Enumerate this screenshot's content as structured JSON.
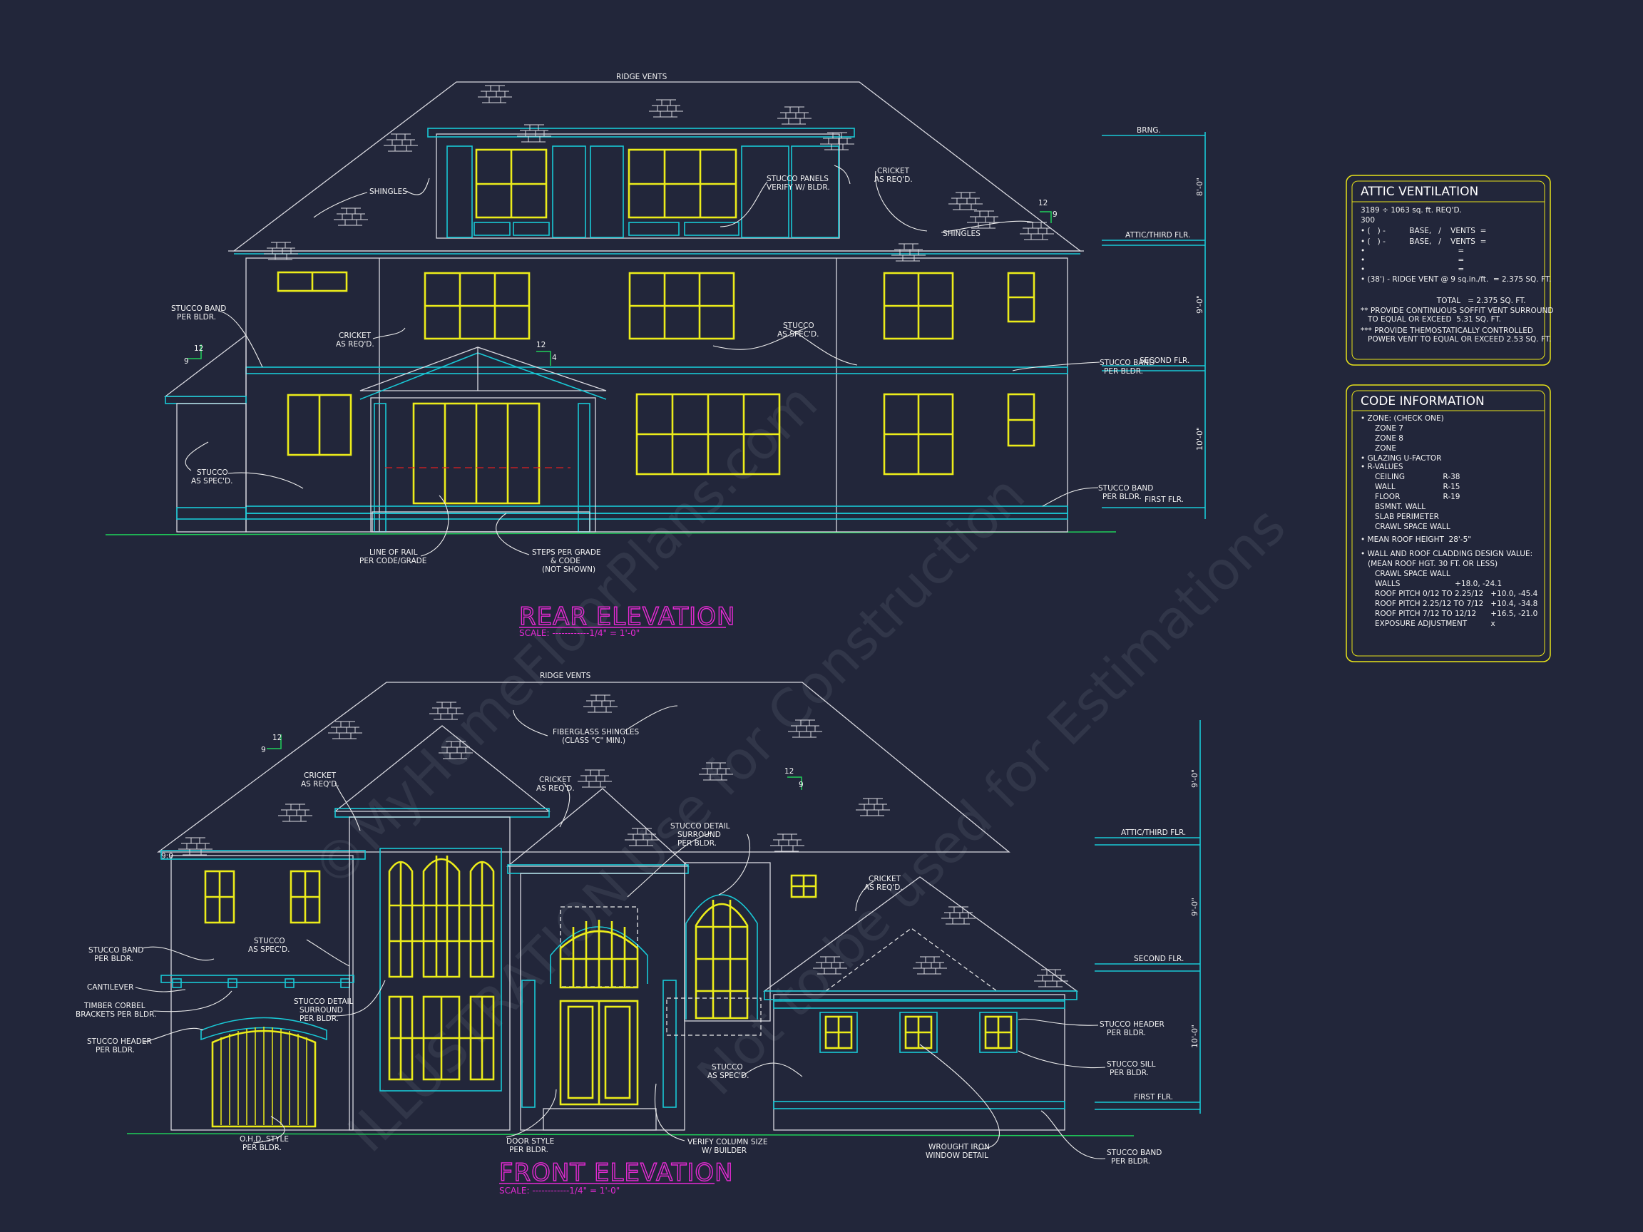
{
  "rear_elevation": {
    "title": "REAR ELEVATION",
    "scale": "SCALE: ------------1/4\" = 1'-0\"",
    "notes": {
      "ridge_vents": "RIDGE VENTS",
      "shingles_left": "SHINGLES",
      "stucco_panels_1": "STUCCO PANELS",
      "stucco_panels_2": "VERIFY W/ BLDR.",
      "cricket_right_1": "CRICKET",
      "cricket_right_2": "AS REQ'D.",
      "shingles_right": "SHINGLES",
      "stucco_band_l1": "STUCCO BAND",
      "stucco_band_l2": "PER BLDR.",
      "cricket_mid_1": "CRICKET",
      "cricket_mid_2": "AS REQ'D.",
      "stucco_mid_1": "STUCCO",
      "stucco_mid_2": "AS SPEC'D.",
      "stucco_band_r1": "STUCCO BAND",
      "stucco_band_r2": "PER BLDR.",
      "stucco_low_1": "STUCCO",
      "stucco_low_2": "AS SPEC'D.",
      "stucco_band_b1": "STUCCO BAND",
      "stucco_band_b2": "PER BLDR.",
      "rail_1": "LINE OF RAIL",
      "rail_2": "PER CODE/GRADE",
      "steps_1": "STEPS PER GRADE",
      "steps_2": "& CODE",
      "steps_3": "(NOT SHOWN)"
    },
    "levels": {
      "brng": "BRNG.",
      "attic": "ATTIC/THIRD FLR.",
      "second": "SECOND FLR.",
      "first": "FIRST FLR."
    },
    "dims": {
      "d1": "8'-0\"",
      "d2": "9'-0\"",
      "d3": "10'-0\""
    },
    "pitches": {
      "p1a": "12",
      "p1b": "9",
      "p2a": "12",
      "p2b": "4",
      "p3a": "12",
      "p3b": "9"
    }
  },
  "front_elevation": {
    "title": "FRONT ELEVATION",
    "scale": "SCALE: ------------1/4\" = 1'-0\"",
    "notes": {
      "ridge_vents": "RIDGE VENTS",
      "fiberglass_1": "FIBERGLASS SHINGLES",
      "fiberglass_2": "(CLASS \"C\" MIN.)",
      "cricket_l1": "CRICKET",
      "cricket_l2": "AS REQ'D.",
      "cricket_m1": "CRICKET",
      "cricket_m2": "AS REQ'D.",
      "stucco_detail_1": "STUCCO DETAIL",
      "stucco_detail_2": "SURROUND",
      "stucco_detail_3": "PER BLDR.",
      "cricket_r1": "CRICKET",
      "cricket_r2": "AS REQ'D.",
      "stucco_band_1": "STUCCO BAND",
      "stucco_band_2": "PER BLDR.",
      "stucco_1": "STUCCO",
      "stucco_2": "AS SPEC'D.",
      "cantilever": "CANTILEVER",
      "timber_1": "TIMBER CORBEL",
      "timber_2": "BRACKETS PER BLDR.",
      "stucco_det2_1": "STUCCO DETAIL",
      "stucco_det2_2": "SURROUND",
      "stucco_det2_3": "PER BLDR.",
      "stucco_header_1": "STUCCO HEADER",
      "stucco_header_2": "PER BLDR.",
      "ohd_1": "O.H.D. STYLE",
      "ohd_2": "PER BLDR.",
      "door_1": "DOOR STYLE",
      "door_2": "PER BLDR.",
      "verify_1": "VERIFY COLUMN SIZE",
      "verify_2": "W/ BUILDER",
      "stucco_low_1": "STUCCO",
      "stucco_low_2": "AS SPEC'D.",
      "wrought_1": "WROUGHT IRON",
      "wrought_2": "WINDOW DETAIL",
      "stucco_header_r1": "STUCCO HEADER",
      "stucco_header_r2": "PER BLDR.",
      "stucco_sill_1": "STUCCO SILL",
      "stucco_sill_2": "PER BLDR.",
      "stucco_band_r1": "STUCCO BAND",
      "stucco_band_r2": "PER BLDR."
    },
    "levels": {
      "attic": "ATTIC/THIRD FLR.",
      "second": "SECOND FLR.",
      "first": "FIRST FLR."
    },
    "dims": {
      "d1": "9'-0\"",
      "d2": "9'-0\"",
      "d3": "10'-0\""
    },
    "pitches": {
      "p1a": "12",
      "p1b": "9",
      "p2a": "12",
      "p2b": "9",
      "p3": "9:0"
    }
  },
  "attic_ventilation": {
    "title": "ATTIC VENTILATION",
    "lines": [
      "3189 ÷ 1063 sq. ft. REQ'D.",
      "300",
      "• (   ) -          BASE,   /    VENTS  =",
      "• (   ) -          BASE,   /    VENTS  =",
      "•                                       =",
      "•                                       =",
      "•                                       =",
      "• (38') - RIDGE VENT @ 9 sq.in./ft.  = 2.375 SQ. FT.",
      "                                TOTAL   = 2.375 SQ. FT.",
      "** PROVIDE CONTINUOUS SOFFIT VENT SURROUND",
      "   TO EQUAL OR EXCEED  5.31 SQ. FT.",
      "*** PROVIDE THEMOSTATICALLY CONTROLLED",
      "   POWER VENT TO EQUAL OR EXCEED 2.53 SQ. FT."
    ]
  },
  "code_information": {
    "title": "CODE INFORMATION",
    "lines": [
      "• ZONE: (CHECK ONE)",
      "      ZONE 7",
      "      ZONE 8",
      "      ZONE",
      "• GLAZING U-FACTOR",
      "• R-VALUES",
      "      CEILING                R-38",
      "      WALL                    R-15",
      "      FLOOR                  R-19",
      "      BSMNT. WALL",
      "      SLAB PERIMETER",
      "      CRAWL SPACE WALL",
      "• MEAN ROOF HEIGHT  28'-5\"",
      "• WALL AND ROOF CLADDING DESIGN VALUE:",
      "   (MEAN ROOF HGT. 30 FT. OR LESS)",
      "      CRAWL SPACE WALL",
      "      WALLS                       +18.0, -24.1",
      "      ROOF PITCH 0/12 TO 2.25/12   +10.0, -45.4",
      "      ROOF PITCH 2.25/12 TO 7/12   +10.4, -34.8",
      "      ROOF PITCH 7/12 TO 12/12      +16.5, -21.0",
      "      EXPOSURE ADJUSTMENT          x"
    ]
  },
  "watermarks": [
    "©MyHomeFloorPlans.com",
    "ILLUSTRATION Use for Construction",
    "Not to be used for Estimations"
  ],
  "colors": {
    "background": "#22263a",
    "building": "#d9d9e0",
    "trim": "#19c9d6",
    "windows": "#ecec1a",
    "title": "#e62ad4",
    "ground": "#1fd15a"
  }
}
